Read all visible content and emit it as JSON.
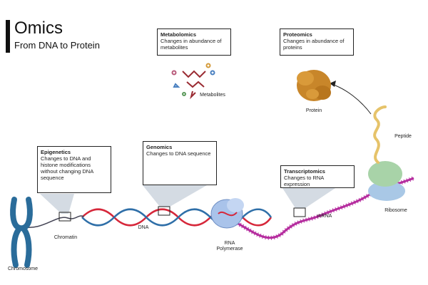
{
  "header": {
    "title": "Omics",
    "subtitle": "From DNA to Protein"
  },
  "boxes": {
    "metabolomics": {
      "title": "Metabolomics",
      "desc": "Changes in abundance of metabolites"
    },
    "proteomics": {
      "title": "Proteomics",
      "desc": "Changes in abundance of proteins"
    },
    "epigenetics": {
      "title": "Epigenetics",
      "desc": "Changes to DNA and histone modifications without changing DNA sequence"
    },
    "genomics": {
      "title": "Genomics",
      "desc": "Changes to DNA sequence"
    },
    "transcriptomics": {
      "title": "Transcriptomics",
      "desc": "Changes to RNA expression"
    }
  },
  "labels": {
    "metabolites": "Metabolites",
    "protein": "Protein",
    "peptide": "Peptide",
    "ribosome": "Ribosome",
    "chromatin": "Chromatin",
    "chromosome": "Chromosome",
    "dna": "DNA",
    "rna_polymerase_1": "RNA",
    "rna_polymerase_2": "Polymerase",
    "mrna": "mRNA"
  },
  "colors": {
    "dna_strand_red": "#d6273a",
    "dna_strand_blue": "#2f6fa8",
    "mrna": "#b52c9e",
    "chromosome": "#2a6c9a",
    "protein": "#c8862a",
    "peptide": "#e6c36a",
    "ribosome_large": "#a8d3a8",
    "ribosome_small": "#a9c8e6",
    "polymerase": "#a9c3ea"
  }
}
